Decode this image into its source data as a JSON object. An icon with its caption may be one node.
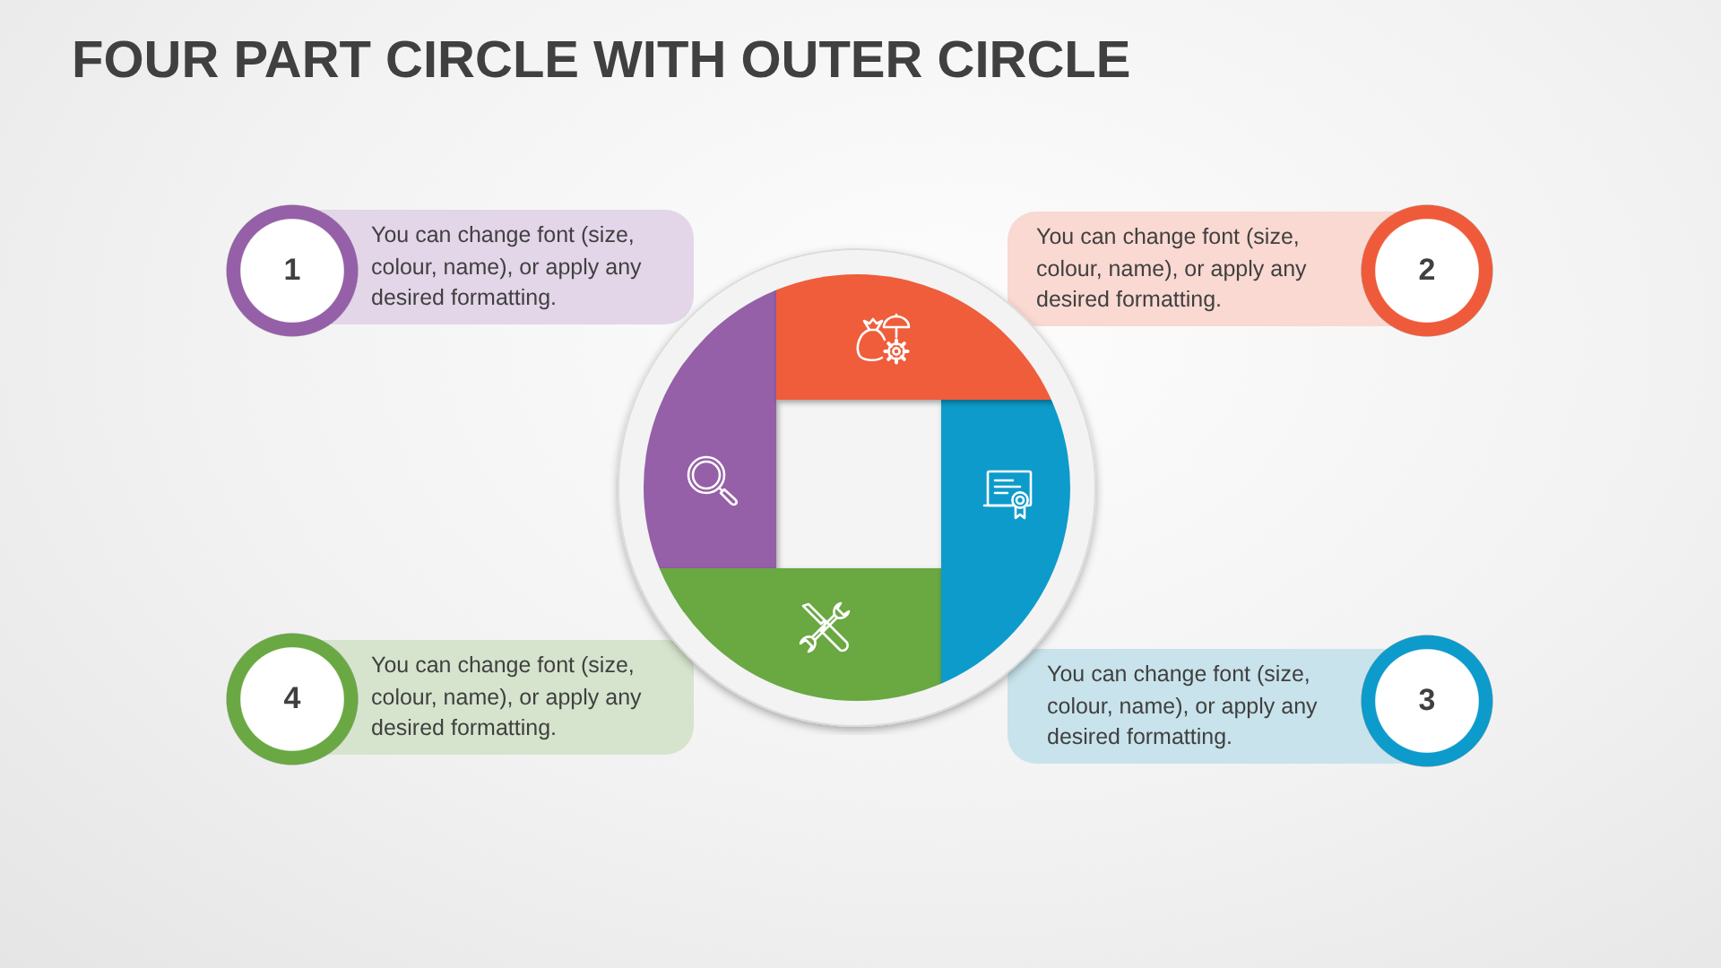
{
  "diagram": {
    "title": "FOUR PART CIRCLE WITH OUTER CIRCLE",
    "nodes": [
      {
        "text": [
          "1"
        ]
      },
      {
        "text": [
          "You can change font (size, colour, name), or apply any desired formatting."
        ]
      },
      {
        "text": [
          "You can change font (size, colour, name), or apply any desired formatting."
        ]
      },
      {
        "text": [
          "2"
        ]
      },
      {
        "text": [
          "4"
        ]
      },
      {
        "text": [
          "You can change font (size, colour, name), or apply any desired formatting."
        ]
      },
      {
        "text": [
          "You can change font (size, colour, name), or apply any desired formatting."
        ]
      },
      {
        "text": [
          "3"
        ]
      }
    ]
  }
}
